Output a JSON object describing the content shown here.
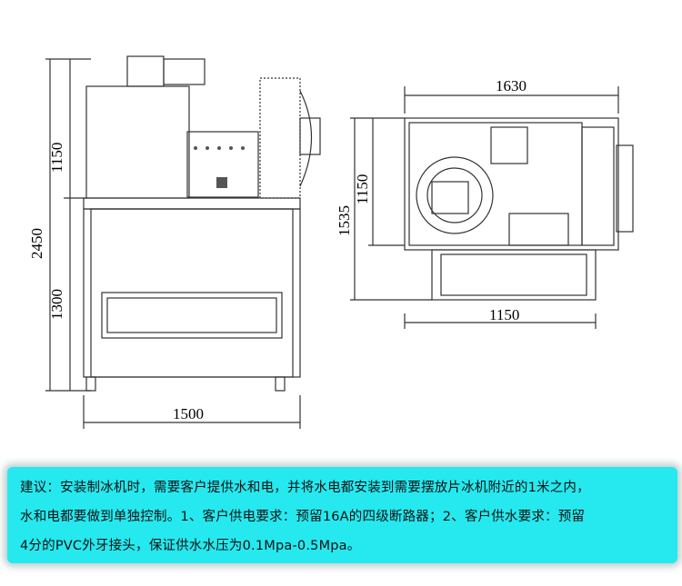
{
  "front_view": {
    "dims": {
      "total_height": "2450",
      "upper_height": "1150",
      "lower_height": "1300",
      "width": "1500"
    }
  },
  "top_view": {
    "dims": {
      "length": "1630",
      "height_total": "1535",
      "height_upper": "1150",
      "width": "1150"
    }
  },
  "note": {
    "lines": [
      "建议：安装制冰机时，需要客户提供水和电，并将水电都安装到需要摆放片冰机附近的1米之内，",
      "水和电都要做到单独控制。1、客户供电要求：预留16A的四级断路器；2、客户供水要求：预留",
      "4分的PVC外牙接头，保证供水水压为0.1Mpa-0.5Mpa。"
    ]
  }
}
